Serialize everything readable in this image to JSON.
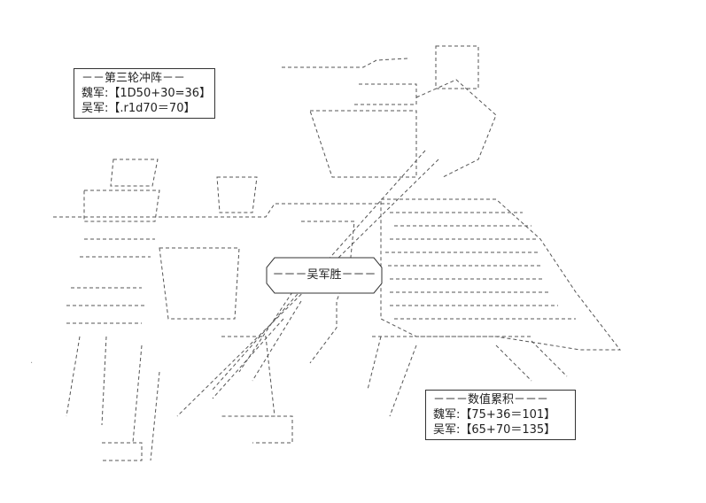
{
  "round_box": {
    "title": "－－第三轮冲阵－－",
    "wei_label": "魏军:",
    "wei_roll": "【1D50+30=36】",
    "wu_label": "吴军:",
    "wu_roll": "【.r1d70＝70】"
  },
  "victory_banner": {
    "text": "－－－吴军胜－－－"
  },
  "total_box": {
    "title": "－－－数值累积－－－",
    "wei_label": "魏军:",
    "wei_total": "【75+36＝101】",
    "wu_label": "吴军:",
    "wu_total": "【65+70＝135】"
  }
}
